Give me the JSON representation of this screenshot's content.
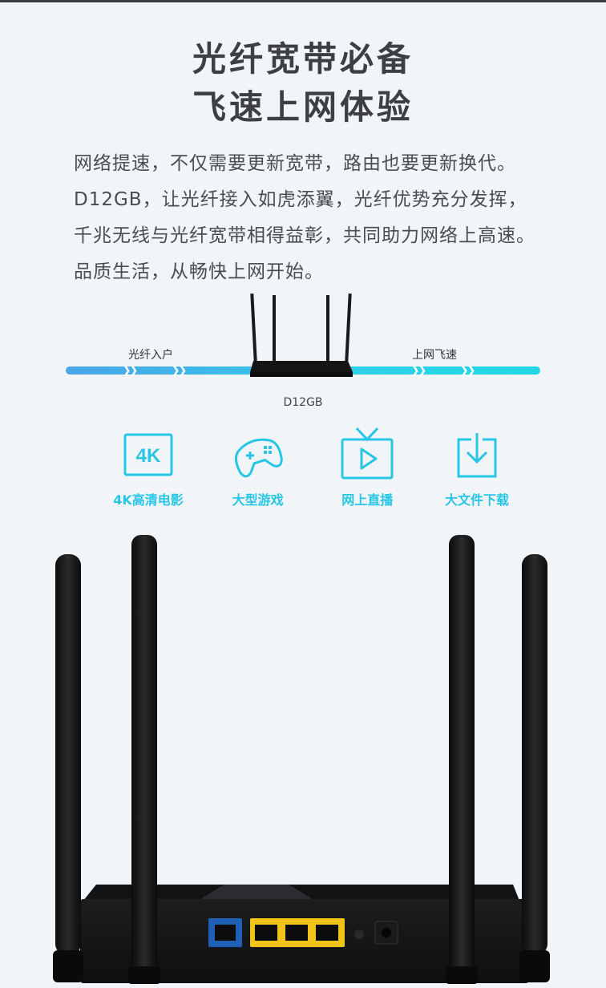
{
  "headline": {
    "line1": "光纤宽带必备",
    "line2": "飞速上网体验"
  },
  "intro": "网络提速，不仅需要更新宽带，路由也要更新换代。D12GB，让光纤接入如虎添翼，光纤优势充分发挥，千兆无线与光纤宽带相得益彰，共同助力网络上高速。品质生活，从畅快上网开始。",
  "speed": {
    "left_label": "光纤入户",
    "right_label": "上网飞速",
    "model": "D12GB"
  },
  "features": [
    {
      "icon": "4k-icon",
      "label": "4K高清电影",
      "badge": "4K"
    },
    {
      "icon": "gamepad-icon",
      "label": "大型游戏"
    },
    {
      "icon": "tv-icon",
      "label": "网上直播"
    },
    {
      "icon": "download-icon",
      "label": "大文件下载"
    }
  ],
  "colors": {
    "accent": "#27c6e6",
    "line_left": "#4aa5e9",
    "line_right": "#1fd8e5",
    "wan_port": "#1f5fb5",
    "lan_port": "#f0c419"
  }
}
